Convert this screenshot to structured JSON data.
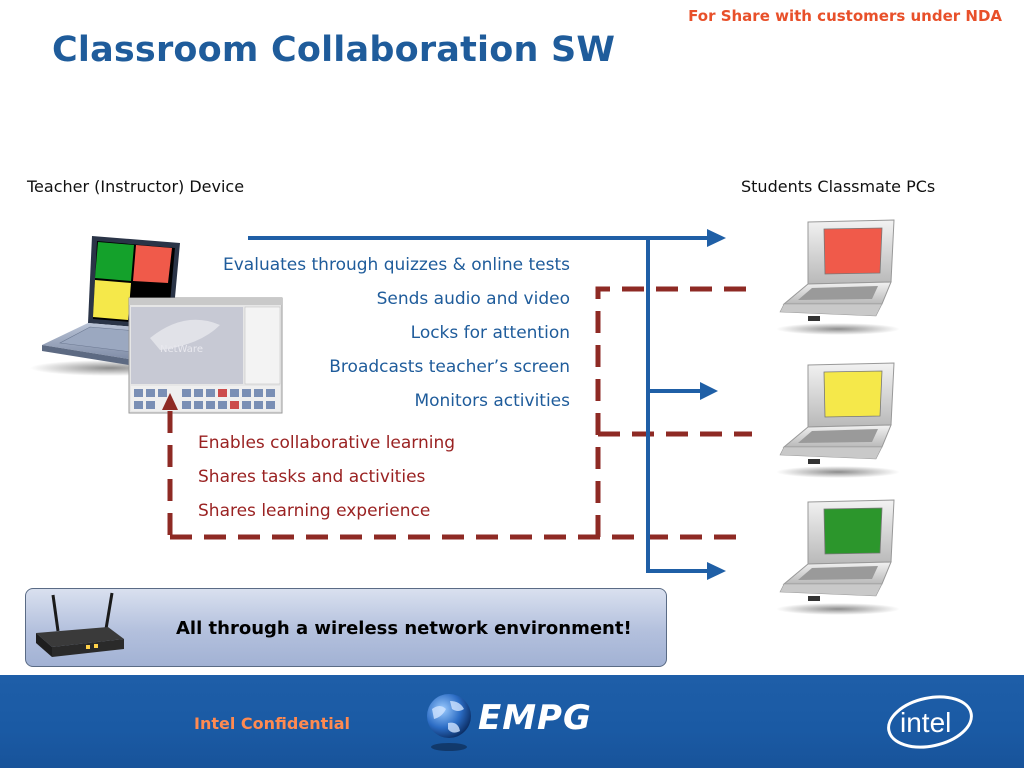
{
  "header": {
    "nda": "For Share with customers under NDA",
    "title": "Classroom Collaboration SW"
  },
  "labels": {
    "teacher": "Teacher (Instructor) Device",
    "students": "Students Classmate PCs"
  },
  "teacher_functions": [
    "Evaluates through quizzes & online tests",
    "Sends audio and video",
    "Locks for attention",
    "Broadcasts teacher’s screen",
    "Monitors activities"
  ],
  "student_functions": [
    "Enables collaborative learning",
    "Shares tasks and activities",
    "Shares learning experience"
  ],
  "wireless_box": {
    "text": "All through a wireless network environment!"
  },
  "footer": {
    "confidential": "Intel Confidential",
    "empg_logo": "EMPG",
    "intel_logo": "intel"
  },
  "colors": {
    "title_blue": "#1f5c9b",
    "teacher_arrow_blue": "#1f5fa6",
    "student_dash_red": "#8e2a24",
    "nda_orange": "#e8502a",
    "screen_red": "#f05a4a",
    "screen_yellow": "#f5e84a",
    "screen_green": "#2c962c",
    "footer_blue": "#1e5ea8"
  },
  "icons": [
    "teacher-laptop-icon",
    "software-window-icon",
    "student-laptop-icon",
    "wireless-router-icon",
    "globe-icon",
    "intel-logo"
  ]
}
